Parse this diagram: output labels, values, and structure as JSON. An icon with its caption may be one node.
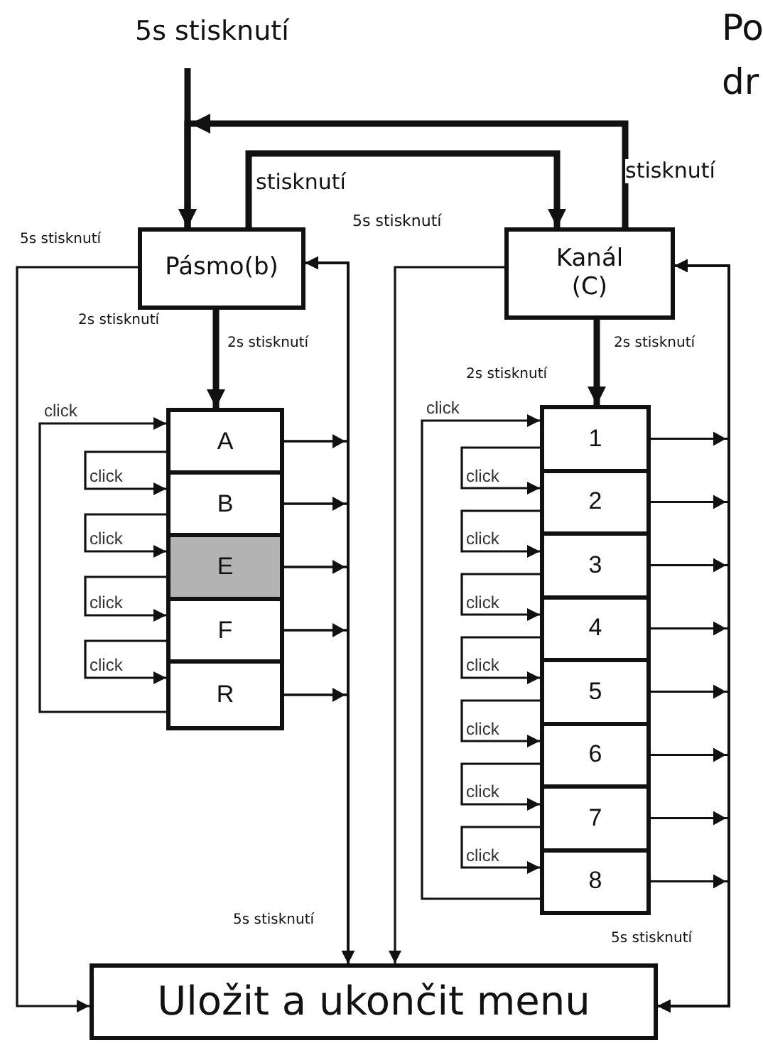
{
  "diagram": {
    "nodes": [
      {
        "text": [
          "Pásmo(b)"
        ]
      },
      {
        "text": [
          "Kanál (C)"
        ]
      },
      {
        "text": [
          "A"
        ]
      },
      {
        "text": [
          "B"
        ]
      },
      {
        "text": [
          "E"
        ]
      },
      {
        "text": [
          "F"
        ]
      },
      {
        "text": [
          "R"
        ]
      },
      {
        "text": [
          "1"
        ]
      },
      {
        "text": [
          "2"
        ]
      },
      {
        "text": [
          "3"
        ]
      },
      {
        "text": [
          "4"
        ]
      },
      {
        "text": [
          "5"
        ]
      },
      {
        "text": [
          "6"
        ]
      },
      {
        "text": [
          "7"
        ]
      },
      {
        "text": [
          "8"
        ]
      },
      {
        "text": [
          "Uložit a ukončit menu"
        ]
      }
    ],
    "edges": [
      {
        "from": null,
        "to": 0,
        "arrow": "to",
        "label": "5s stisknutí",
        "style": "thick"
      },
      {
        "from": 1,
        "to": 0,
        "arrow": "to",
        "label": "stisknutí",
        "style": "thick"
      },
      {
        "from": 0,
        "to": 1,
        "arrow": "to",
        "label": "stisknutí",
        "style": "thick"
      },
      {
        "from": 0,
        "to": 15,
        "arrow": "to",
        "label": "5s stisknutí"
      },
      {
        "from": 1,
        "to": 15,
        "arrow": "to",
        "label": "5s stisknutí"
      },
      {
        "from": 0,
        "to": 2,
        "arrow": "to",
        "label": "2s stisknutí",
        "style": "thick"
      },
      {
        "from": 1,
        "to": 7,
        "arrow": "to",
        "label": "2s stisknutí",
        "style": "thick"
      },
      {
        "from": 2,
        "to": 3,
        "arrow": "to",
        "label": "click"
      },
      {
        "from": 3,
        "to": 4,
        "arrow": "to",
        "label": "click"
      },
      {
        "from": 4,
        "to": 5,
        "arrow": "to",
        "label": "click"
      },
      {
        "from": 5,
        "to": 6,
        "arrow": "to",
        "label": "click"
      },
      {
        "from": 6,
        "to": 2,
        "arrow": "to",
        "label": "click"
      },
      {
        "from": 7,
        "to": 8,
        "arrow": "to",
        "label": "click"
      },
      {
        "from": 8,
        "to": 9,
        "arrow": "to",
        "label": "click"
      },
      {
        "from": 9,
        "to": 10,
        "arrow": "to",
        "label": "click"
      },
      {
        "from": 10,
        "to": 11,
        "arrow": "to",
        "label": "click"
      },
      {
        "from": 11,
        "to": 12,
        "arrow": "to",
        "label": "click"
      },
      {
        "from": 12,
        "to": 13,
        "arrow": "to",
        "label": "click"
      },
      {
        "from": 13,
        "to": 14,
        "arrow": "to",
        "label": "click"
      },
      {
        "from": 14,
        "to": 7,
        "arrow": "to",
        "label": "click"
      },
      {
        "from": 2,
        "to": 0,
        "arrow": "to"
      },
      {
        "from": 3,
        "to": 0,
        "arrow": "to"
      },
      {
        "from": 4,
        "to": 0,
        "arrow": "to"
      },
      {
        "from": 5,
        "to": 0,
        "arrow": "to"
      },
      {
        "from": 6,
        "to": 0,
        "arrow": "to"
      },
      {
        "from": 2,
        "to": 15,
        "arrow": "to",
        "label": "5s stisknutí"
      },
      {
        "from": 3,
        "to": 15,
        "arrow": "to"
      },
      {
        "from": 4,
        "to": 15,
        "arrow": "to"
      },
      {
        "from": 5,
        "to": 15,
        "arrow": "to"
      },
      {
        "from": 6,
        "to": 15,
        "arrow": "to"
      },
      {
        "from": 7,
        "to": 1,
        "arrow": "to"
      },
      {
        "from": 8,
        "to": 1,
        "arrow": "to"
      },
      {
        "from": 9,
        "to": 1,
        "arrow": "to"
      },
      {
        "from": 10,
        "to": 1,
        "arrow": "to"
      },
      {
        "from": 11,
        "to": 1,
        "arrow": "to"
      },
      {
        "from": 12,
        "to": 1,
        "arrow": "to"
      },
      {
        "from": 13,
        "to": 1,
        "arrow": "to"
      },
      {
        "from": 14,
        "to": 1,
        "arrow": "to"
      },
      {
        "from": 7,
        "to": 15,
        "arrow": "to",
        "label": "5s stisknutí"
      },
      {
        "from": 8,
        "to": 15,
        "arrow": "to"
      },
      {
        "from": 9,
        "to": 15,
        "arrow": "to"
      },
      {
        "from": 10,
        "to": 15,
        "arrow": "to"
      },
      {
        "from": 11,
        "to": 15,
        "arrow": "to"
      },
      {
        "from": 12,
        "to": 15,
        "arrow": "to"
      },
      {
        "from": 13,
        "to": 15,
        "arrow": "to"
      },
      {
        "from": 14,
        "to": 15,
        "arrow": "to"
      }
    ],
    "labels": [
      "Po",
      "dr",
      "2s stisknutí",
      "2s stisknutí"
    ]
  }
}
